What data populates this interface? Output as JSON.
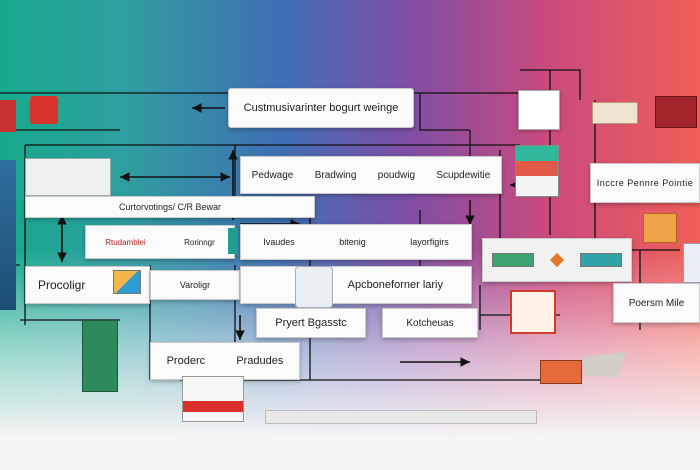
{
  "header_box": "Custmusivarinter bogurt weinge",
  "row1": [
    "Pedwage",
    "Bradwing",
    "poudwig",
    "Scupdewitie"
  ],
  "row2_left": "Curtorvotings/ C/R Bewar",
  "row3": [
    "Rtudamblei",
    "Rorinngr",
    "Ivaudes",
    "bitenig",
    "layorfigirs"
  ],
  "row4": [
    "Procoligr",
    "Varoligr",
    "Apcboneforner lariy"
  ],
  "row5": [
    "Pryert Bgasstc",
    "Kotcheuas"
  ],
  "row6": [
    "Proderc",
    "Pradudes"
  ],
  "right_top": "Inccre   Pennre   Pointie",
  "right_mid": "Poersm Mile"
}
